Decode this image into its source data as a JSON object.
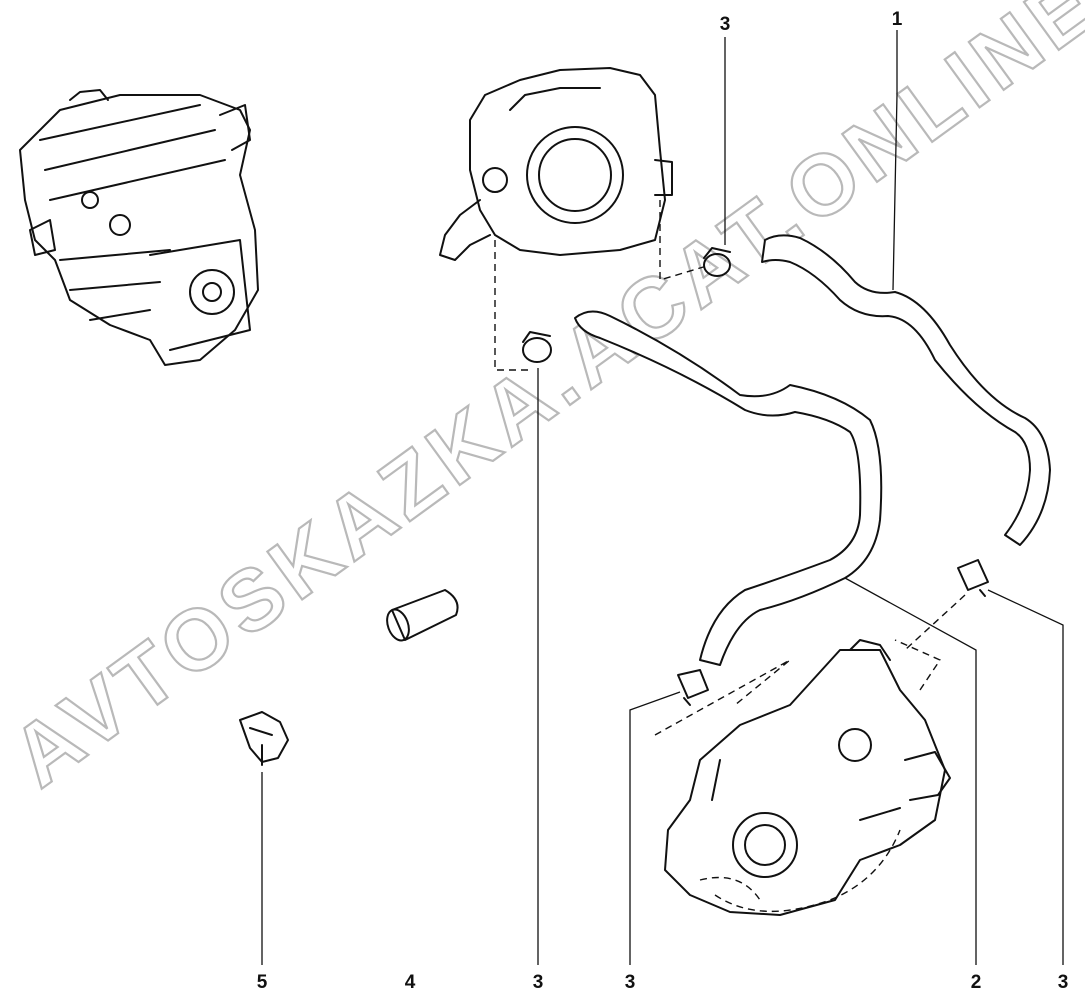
{
  "watermark": "AVTOSKAZKA.ACAT.ONLINE",
  "callouts": {
    "top_center_3": "3",
    "top_right_1": "1",
    "bottom_5": "5",
    "bottom_4": "4",
    "bottom_3_a": "3",
    "bottom_3_b": "3",
    "bottom_2": "2",
    "bottom_3_c": "3"
  }
}
